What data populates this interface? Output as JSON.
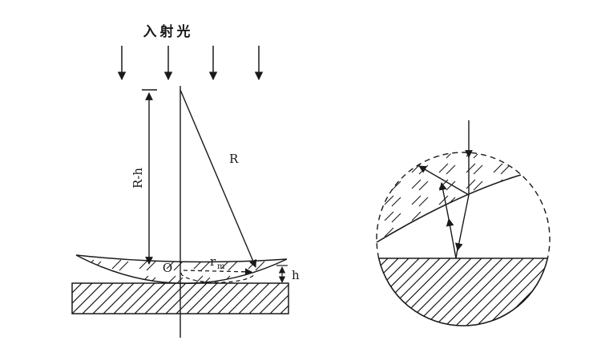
{
  "colors": {
    "background": "#ffffff",
    "ink": "#1a1a1a"
  },
  "left_diagram": {
    "title": "入射光",
    "labels": {
      "r_minus_h": "R-h",
      "radius": "R",
      "origin": "O",
      "ring_radius": "r",
      "ring_radius_sub": "m",
      "gap_height": "h"
    }
  }
}
